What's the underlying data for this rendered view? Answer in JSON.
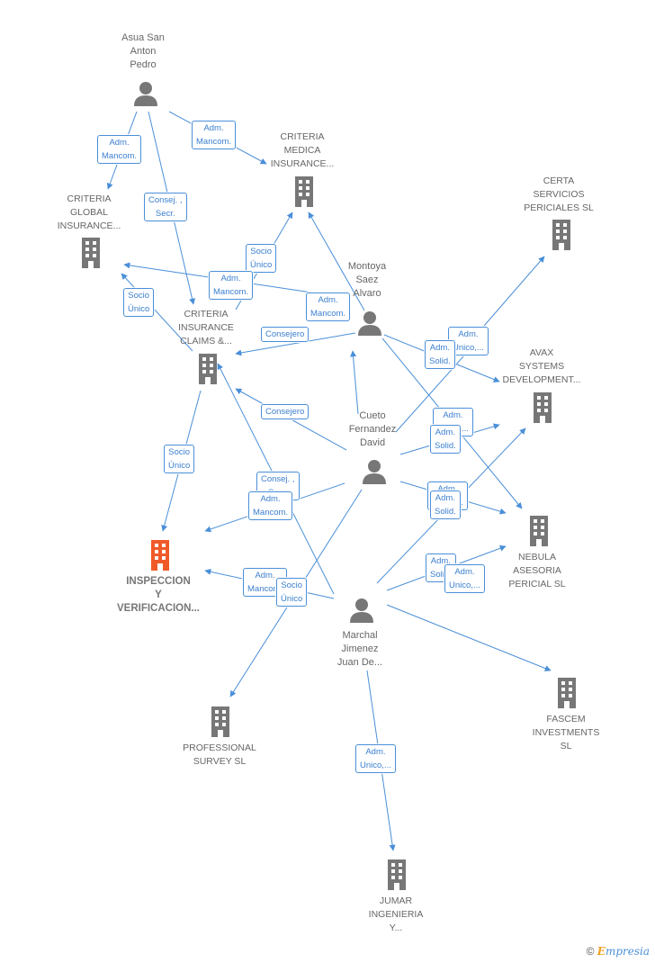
{
  "colors": {
    "edge": "#4a8fd8",
    "node": "#777777",
    "main_node": "#f05a28"
  },
  "nodes": {
    "asua": {
      "label": "Asua San\nAnton\nPedro",
      "kind": "person"
    },
    "criteria_medica": {
      "label": "CRITERIA\nMEDICA\nINSURANCE...",
      "kind": "company"
    },
    "criteria_global": {
      "label": "CRITERIA\nGLOBAL\nINSURANCE...",
      "kind": "company"
    },
    "certa": {
      "label": "CERTA\nSERVICIOS\nPERICIALES SL",
      "kind": "company"
    },
    "montoya": {
      "label": "Montoya\nSaez\nAlvaro",
      "kind": "person"
    },
    "criteria_claims": {
      "label": "CRITERIA\nINSURANCE\nCLAIMS &...",
      "kind": "company"
    },
    "avax": {
      "label": "AVAX\nSYSTEMS\nDEVELOPMENT...",
      "kind": "company"
    },
    "cueto": {
      "label": "Cueto\nFernandez\nDavid",
      "kind": "person"
    },
    "nebula": {
      "label": "NEBULA\nASESORIA\nPERICIAL SL",
      "kind": "company"
    },
    "inspeccion": {
      "label": "INSPECCION\nY\nVERIFICACION...",
      "kind": "main"
    },
    "marchal": {
      "label": "Marchal\nJimenez\nJuan De...",
      "kind": "person"
    },
    "fascem": {
      "label": "FASCEM\nINVESTMENTS\nSL",
      "kind": "company"
    },
    "professional": {
      "label": "PROFESSIONAL\nSURVEY SL",
      "kind": "company"
    },
    "jumar": {
      "label": "JUMAR\nINGENIERIA\nY...",
      "kind": "company"
    }
  },
  "edge_labels": {
    "e1": "Adm.\nMancom.",
    "e2": "Adm.\nMancom.",
    "e3": "Consej. ,\nSecr.",
    "e4": "Socio\nÚnico",
    "e5": "Adm.\nMancom.",
    "e6": "Socio\nÚnico",
    "e7": "Adm.\nMancom.",
    "e8": "Consejero",
    "e9": "Adm.\nUnico,...",
    "e10": "Adm.\nSolid.",
    "e11": "Consejero",
    "e12": "Adm.\nUnico,...",
    "e13": "Adm.\nSolid.",
    "e14": "Socio\nÚnico",
    "e15": "Consej. ,\nSecr.",
    "e16": "Adm.\nMancom.",
    "e17": "Adm.\nUnico,...",
    "e18": "Adm.\nSolid.",
    "e19": "Adm.\nMancom.",
    "e20": "Socio\nÚnico",
    "e21": "Adm.\nSolid.",
    "e22": "Adm.\nUnico,...",
    "e23": "Adm.\nUnico,..."
  },
  "footer": {
    "copyright": "©",
    "brand_first": "E",
    "brand_rest": "mpresia"
  }
}
